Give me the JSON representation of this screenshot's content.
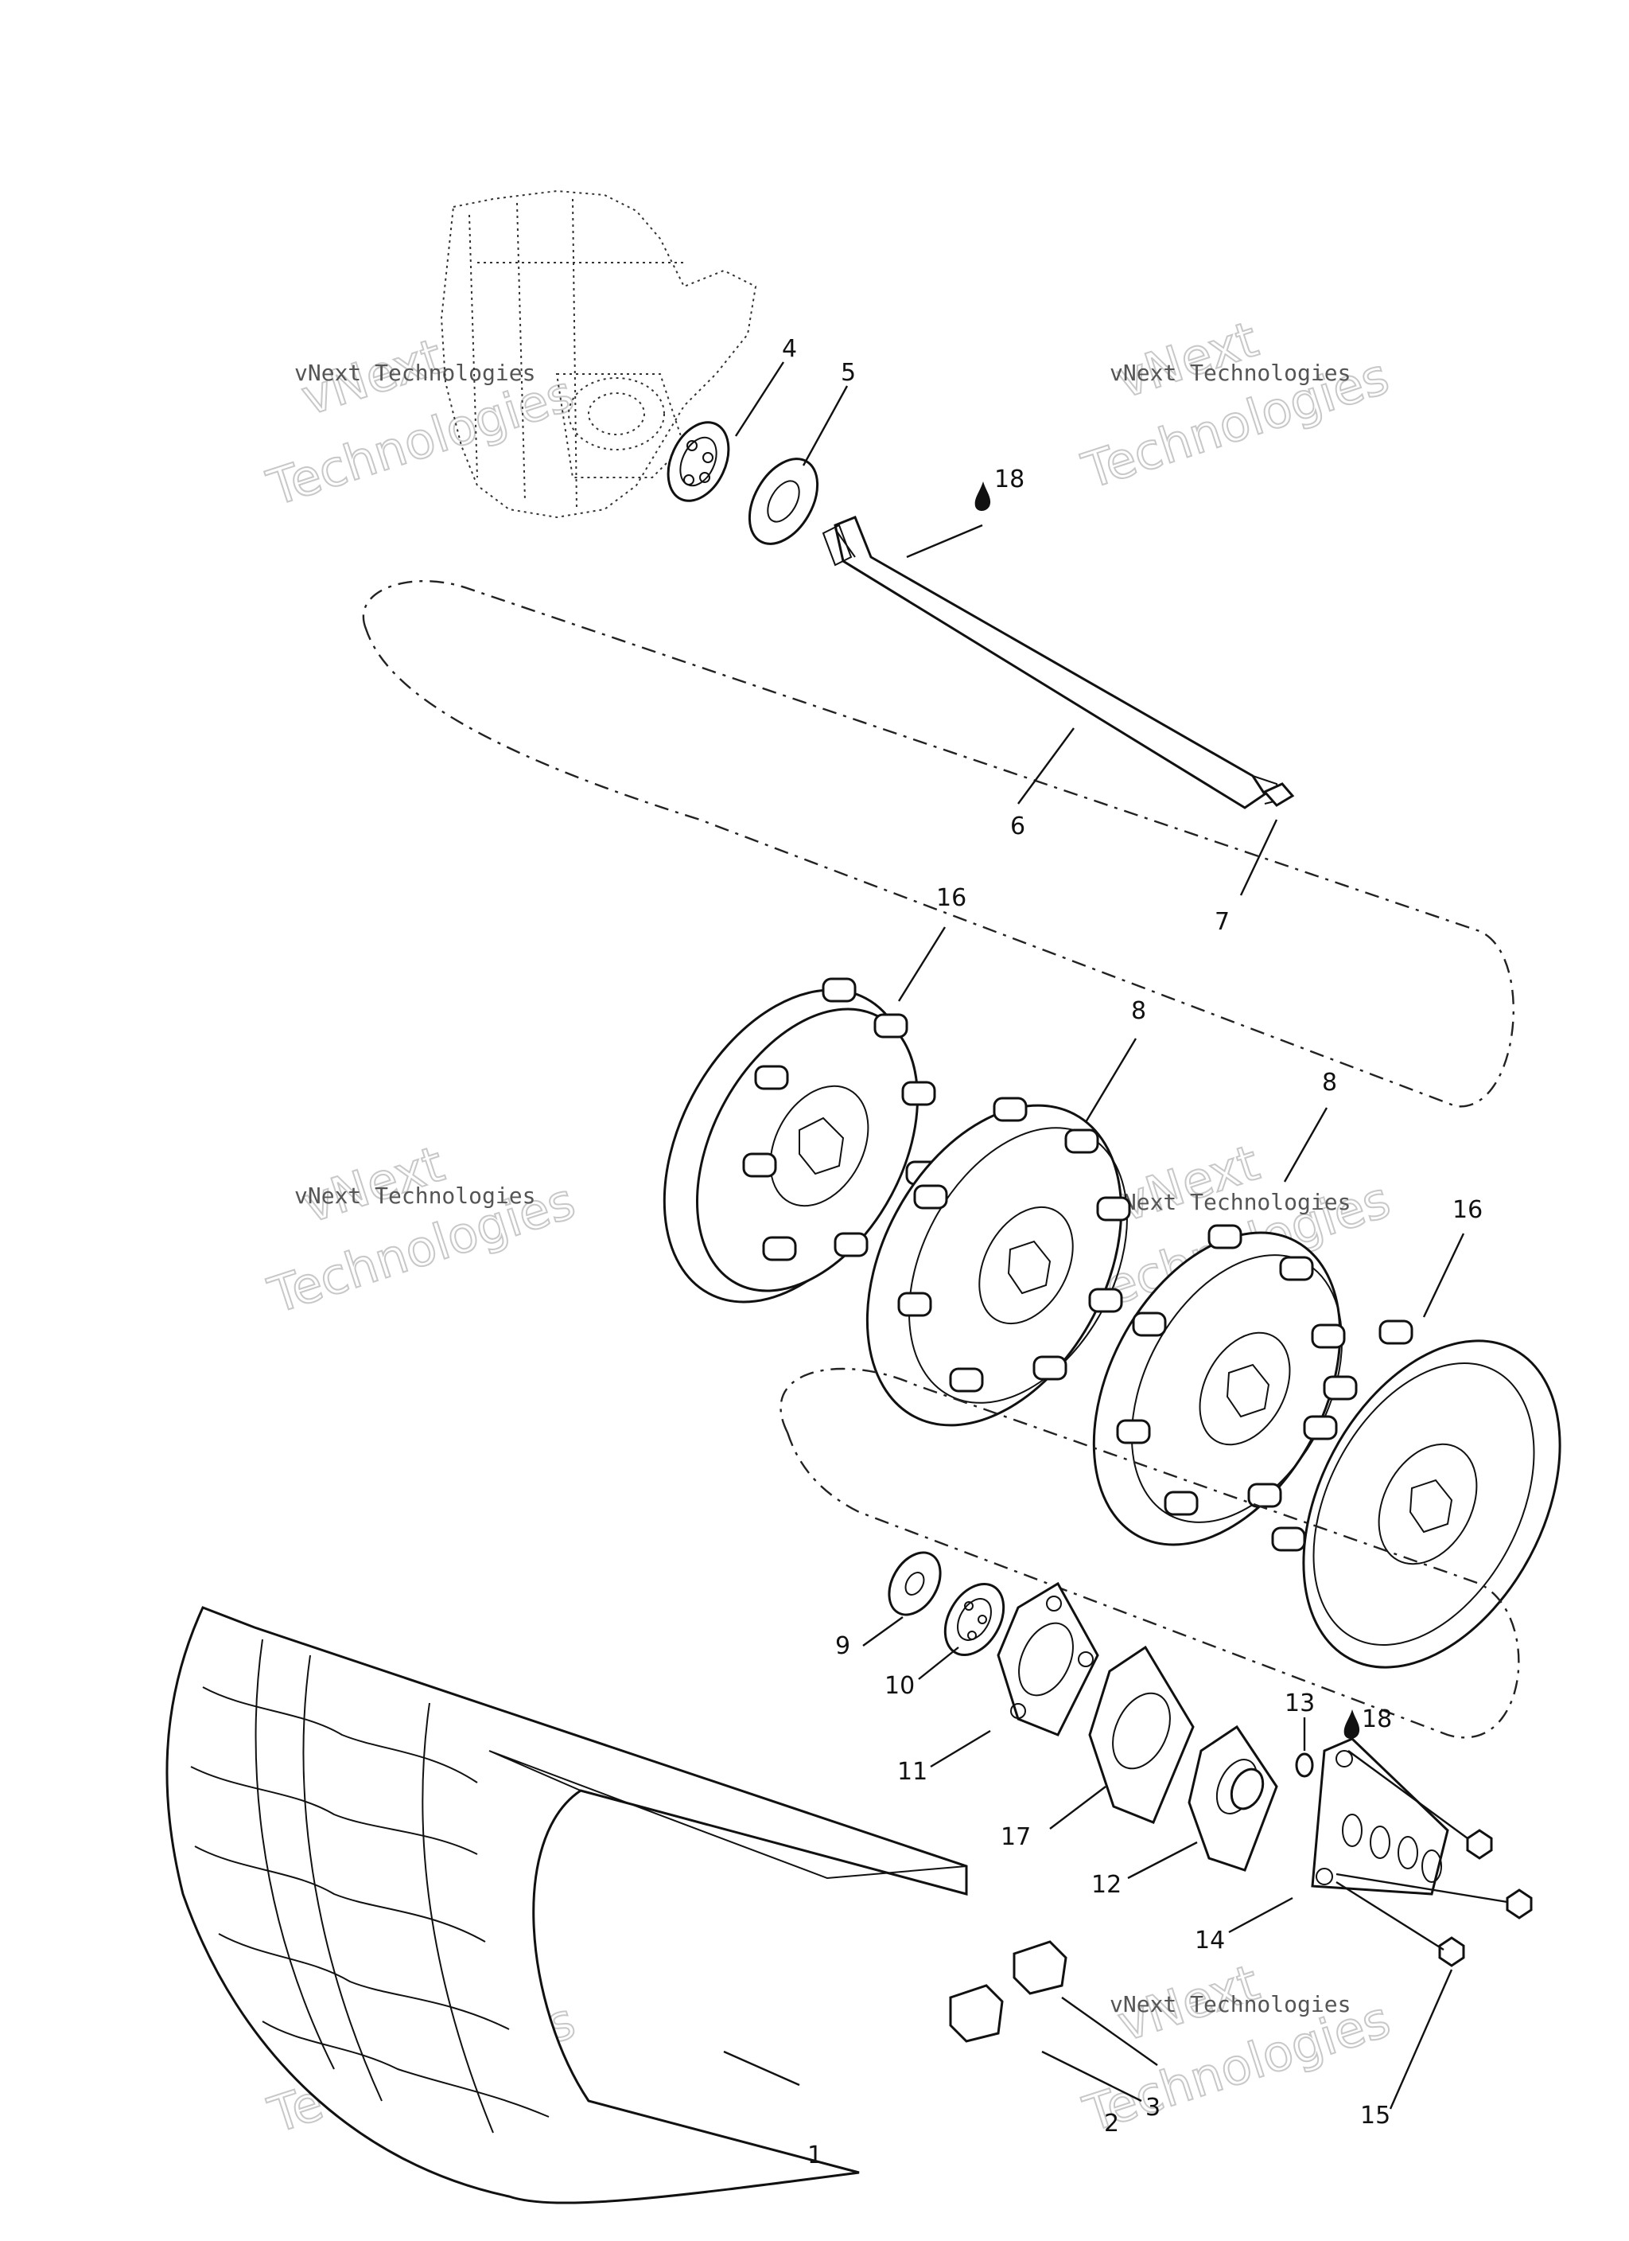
{
  "watermark": {
    "line1": "vNext",
    "line2": "Technologies",
    "label": "vNext Technologies"
  },
  "callouts": {
    "c1": "1",
    "c2": "2",
    "c3": "3",
    "c4": "4",
    "c5": "5",
    "c6": "6",
    "c7": "7",
    "c8a": "8",
    "c8b": "8",
    "c9": "9",
    "c10": "10",
    "c11": "11",
    "c12": "12",
    "c13": "13",
    "c14": "14",
    "c15": "15",
    "c16a": "16",
    "c16b": "16",
    "c17": "17",
    "c18a": "18",
    "c18b": "18"
  },
  "icons": {
    "lubricant": "oil-drop-icon"
  }
}
